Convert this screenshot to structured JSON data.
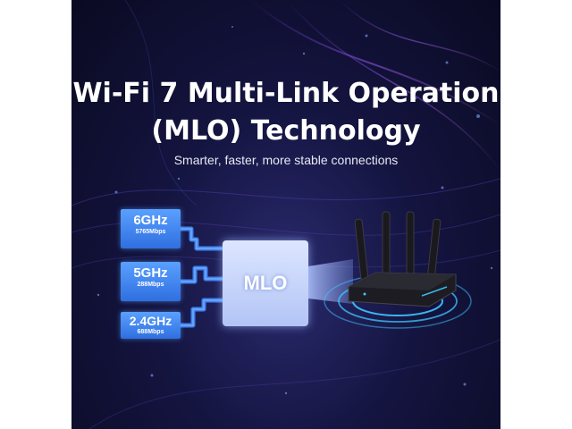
{
  "headline": {
    "line1": "Wi-Fi 7 Multi-Link Operation",
    "line2": "(MLO) Technology"
  },
  "subtitle": "Smarter, faster, more stable connections",
  "bands": [
    {
      "freq": "6GHz",
      "rate": "5765Mbps"
    },
    {
      "freq": "5GHz",
      "rate": "288Mbps"
    },
    {
      "freq": "2.4GHz",
      "rate": "688Mbps"
    }
  ],
  "mlo": {
    "label": "MLO"
  },
  "colors": {
    "background": "#141440",
    "band_blue": "#3f82f0",
    "mlo_box": "#c8d5fb",
    "ring": "#3fc8ff",
    "beam": "#9fb3f5"
  },
  "icons": {
    "router": "wifi-router-icon",
    "signal": "signal-rings-icon"
  }
}
